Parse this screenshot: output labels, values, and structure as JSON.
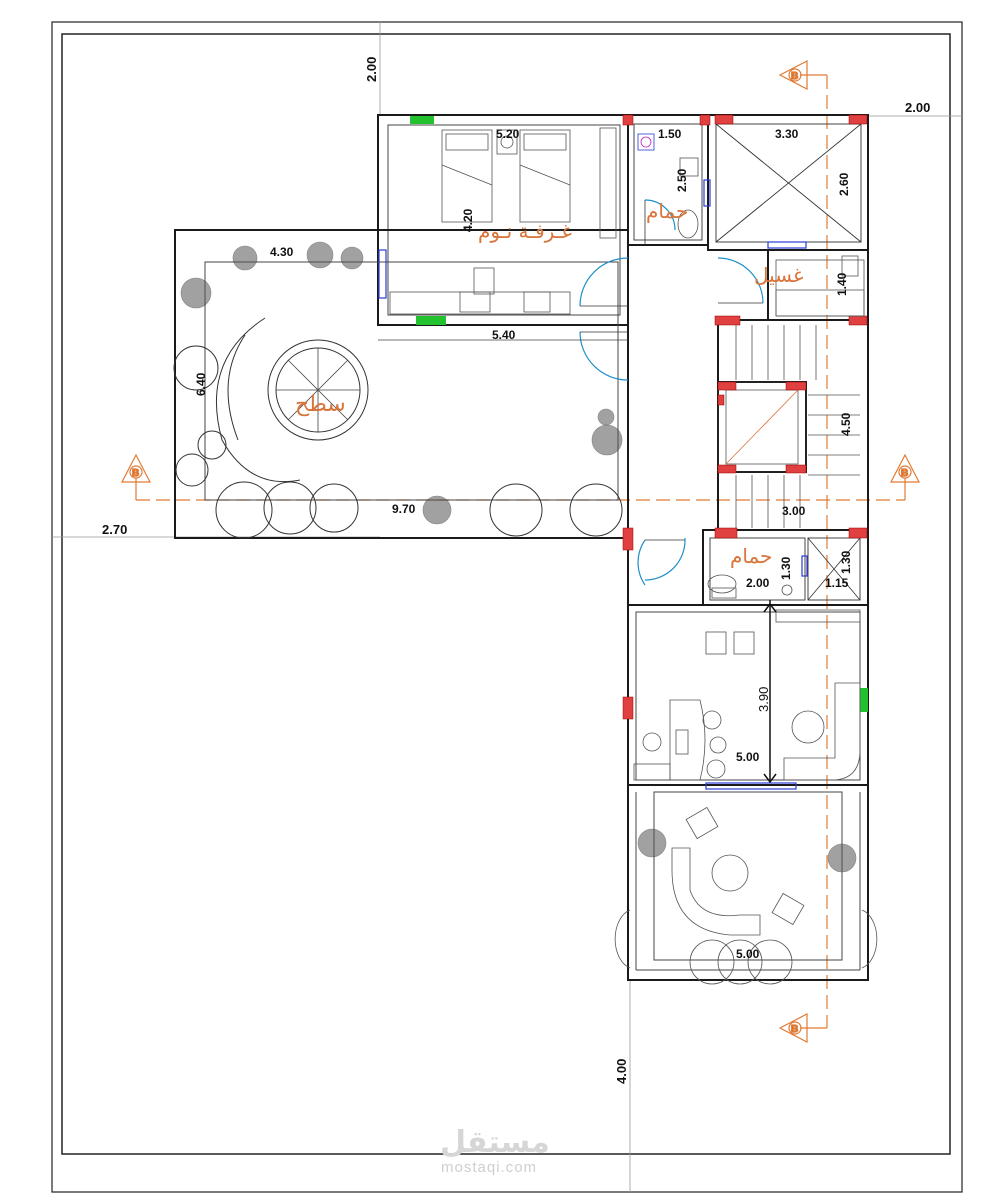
{
  "labels": {
    "bedroom": "غـرفـة  نـوم",
    "bath_top": "حمام",
    "bath_bottom": "حمام",
    "laundry": "غسيل",
    "roof": "سطح"
  },
  "dimensions": {
    "top_setback": "2.00",
    "right_setback": "2.00",
    "left_setback": "2.70",
    "bottom_setback": "4.00",
    "bedroom_width": "5.20",
    "bedroom_depth": "4.20",
    "bedroom_outer": "5.40",
    "bath_top_width": "1.50",
    "bath_top_depth": "2.50",
    "shaft_width": "3.30",
    "shaft_depth": "2.60",
    "laundry_depth": "1.40",
    "terrace_width": "4.30",
    "terrace_depth": "6.40",
    "terrace_length": "9.70",
    "stair_length": "4.50",
    "stair_width": "3.00",
    "bath_bottom_width": "2.00",
    "bath_bottom_depth": "1.30",
    "small_shaft_width": "1.15",
    "small_shaft_depth": "1.30",
    "living_depth": "3.90",
    "living_width": "5.00",
    "balcony_width": "5.00"
  },
  "section_marker": "B",
  "watermark": {
    "arabic": "مستقل",
    "latin": "mostaqi.com"
  },
  "colors": {
    "wall": "#1a1a1a",
    "column": "#e04040",
    "window_green": "#22c22e",
    "door_arc": "#1e8fc9",
    "section_line": "#e07b35",
    "room_label": "#d9743b",
    "window_blue": "#2a3bd6"
  }
}
